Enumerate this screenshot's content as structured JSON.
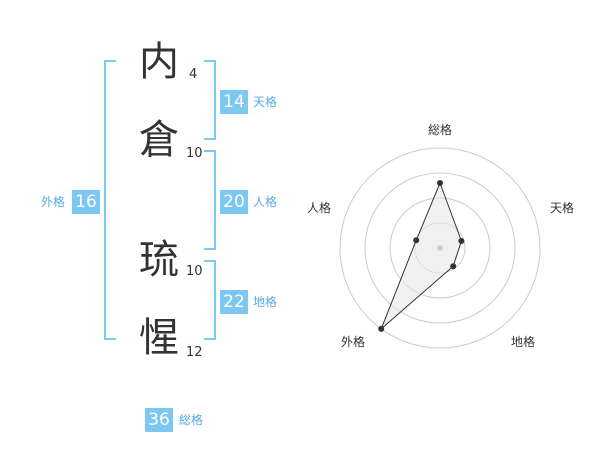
{
  "name": {
    "chars": [
      {
        "char": "内",
        "strokes": "4"
      },
      {
        "char": "倉",
        "strokes": "10"
      },
      {
        "char": "琉",
        "strokes": "10"
      },
      {
        "char": "惺",
        "strokes": "12"
      }
    ]
  },
  "kakusu": {
    "tenkaku": {
      "label": "天格",
      "value": "14"
    },
    "jinkaku": {
      "label": "人格",
      "value": "20"
    },
    "chikaku": {
      "label": "地格",
      "value": "22"
    },
    "gaikaku": {
      "label": "外格",
      "value": "16"
    },
    "soukaku": {
      "label": "総格",
      "value": "36"
    }
  },
  "radar": {
    "axes": [
      "総格",
      "天格",
      "地格",
      "外格",
      "人格"
    ],
    "levels": 4,
    "values": [
      2.6,
      0.9,
      0.9,
      4.0,
      1.0
    ],
    "max": 4
  },
  "colors": {
    "accent": "#7cc8f2",
    "text": "#333333",
    "label": "#5aa9e0",
    "grid": "#cccccc",
    "fill": "#e8e8e8"
  }
}
